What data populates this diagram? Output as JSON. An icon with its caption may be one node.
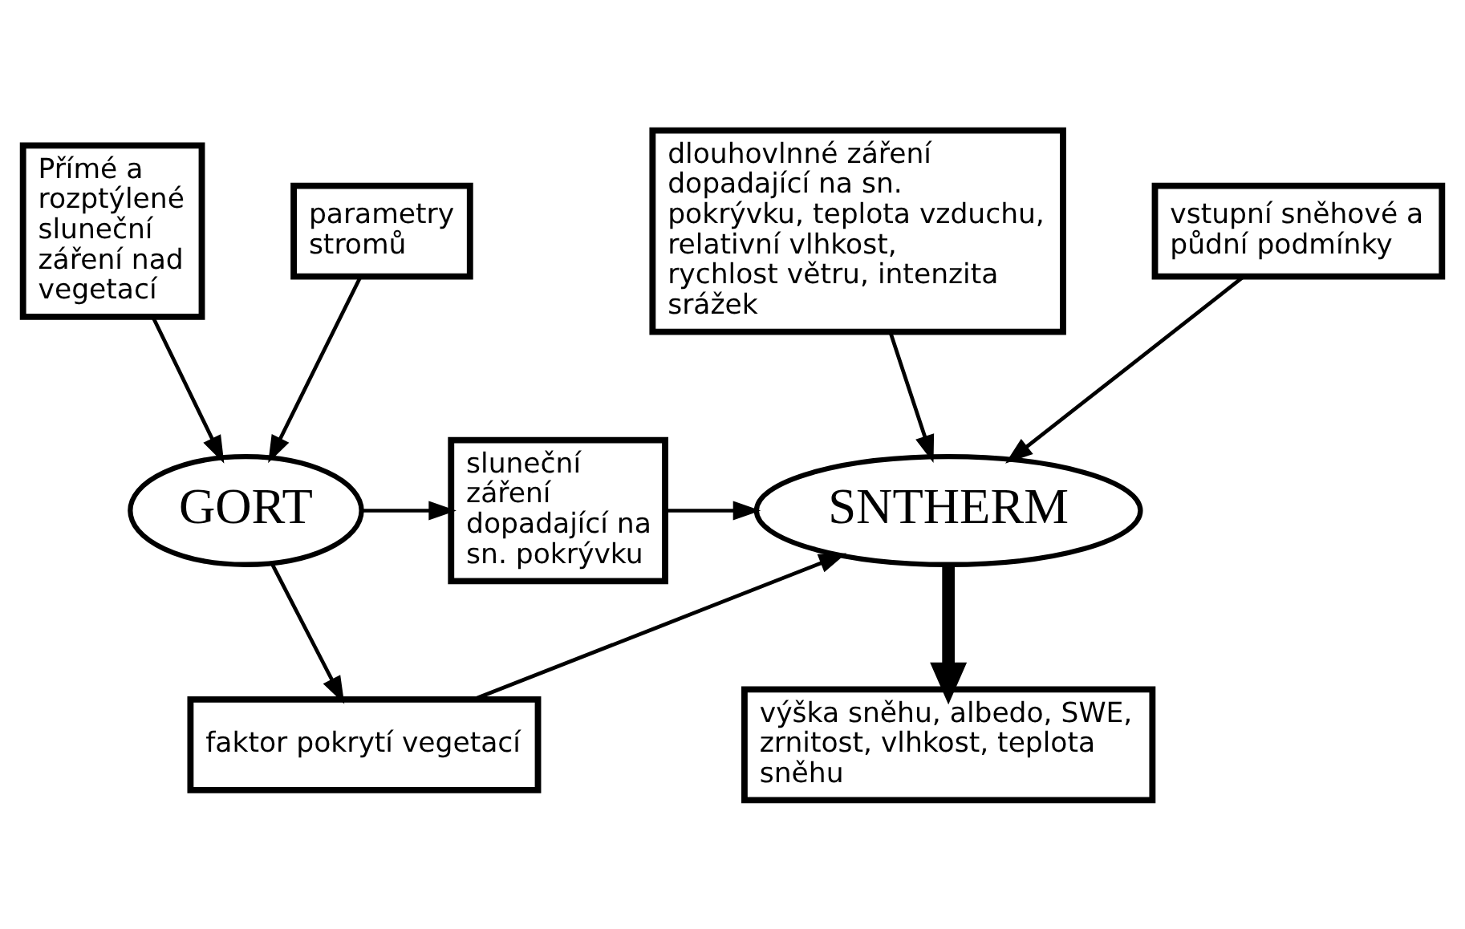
{
  "diagram": {
    "nodes": [
      {
        "text": [
          "Přímé a rozptýlené sluneční záření nad vegetací"
        ]
      },
      {
        "text": [
          "parametry stromů"
        ]
      },
      {
        "text": [
          "dlouhovlnné záření dopadající na sn. pokrývku, teplota vzduchu, relativní vlhkost, rychlost větru, intenzita srážek"
        ]
      },
      {
        "text": [
          "vstupní sněhové a půdní podmínky"
        ]
      },
      {
        "text": [
          "GORT"
        ]
      },
      {
        "text": [
          "sluneční záření dopadající na sn. pokrývku"
        ]
      },
      {
        "text": [
          "SNTHERM"
        ]
      },
      {
        "text": [
          "faktor pokrytí vegetací"
        ]
      },
      {
        "text": [
          "výška sněhu, albedo, SWE, zrnitost, vlhkost, teplota sněhu"
        ]
      }
    ],
    "edges": [
      {
        "from": 0,
        "to": 4,
        "arrow": "to"
      },
      {
        "from": 1,
        "to": 4,
        "arrow": "to"
      },
      {
        "from": 4,
        "to": 5,
        "arrow": "to"
      },
      {
        "from": 5,
        "to": 6,
        "arrow": "to"
      },
      {
        "from": 4,
        "to": 7,
        "arrow": "to"
      },
      {
        "from": 7,
        "to": 6,
        "arrow": "to"
      },
      {
        "from": 2,
        "to": 6,
        "arrow": "to"
      },
      {
        "from": 3,
        "to": 6,
        "arrow": "to"
      },
      {
        "from": 6,
        "to": 8,
        "arrow": "to",
        "style": "thick"
      }
    ]
  }
}
